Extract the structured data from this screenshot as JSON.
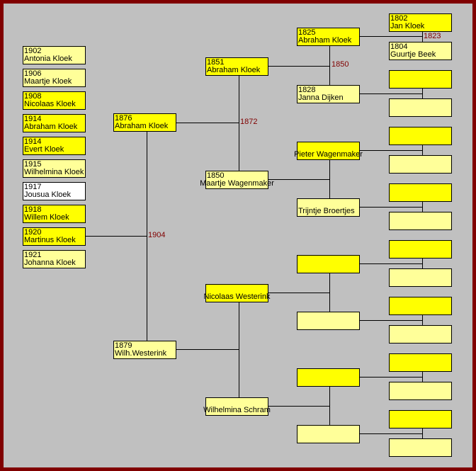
{
  "colors": {
    "male": "#ffff00",
    "female": "#ffff99",
    "unknown": "#ffffff",
    "frame": "#800000",
    "background": "#c0c0c0",
    "marriage_year": "#800000"
  },
  "children": [
    {
      "year": "1902",
      "name": "Antonia Kloek",
      "sex": "f"
    },
    {
      "year": "1906",
      "name": "Maartje Kloek",
      "sex": "f"
    },
    {
      "year": "1908",
      "name": "Nicolaas Kloek",
      "sex": "m"
    },
    {
      "year": "1914",
      "name": "Abraham Kloek",
      "sex": "m"
    },
    {
      "year": "1914",
      "name": "Evert Kloek",
      "sex": "m"
    },
    {
      "year": "1915",
      "name": "Wilhelmina Kloek",
      "sex": "f"
    },
    {
      "year": "1917",
      "name": "Jousua Kloek",
      "sex": "u"
    },
    {
      "year": "1918",
      "name": "Willem Kloek",
      "sex": "m"
    },
    {
      "year": "1920",
      "name": "Martinus Kloek",
      "sex": "m"
    },
    {
      "year": "1921",
      "name": "Johanna Kloek",
      "sex": "f"
    }
  ],
  "parents": [
    {
      "year": "1876",
      "name": "Abraham Kloek",
      "sex": "m"
    },
    {
      "year": "1879",
      "name": "Wilh.Westerink",
      "sex": "f"
    }
  ],
  "grandparents": [
    {
      "year": "1851",
      "name": "Abraham Kloek",
      "sex": "m"
    },
    {
      "year": "1850",
      "name": "Maartje Wagenmaker",
      "sex": "f"
    },
    {
      "year": "",
      "name": "Nicolaas Westerink",
      "sex": "m"
    },
    {
      "year": "",
      "name": "Wilhelmina Schram",
      "sex": "f"
    }
  ],
  "great_grandparents": [
    {
      "year": "1825",
      "name": "Abraham Kloek",
      "sex": "m"
    },
    {
      "year": "1828",
      "name": "Janna Dijken",
      "sex": "f"
    },
    {
      "year": "",
      "name": "Pieter Wagenmaker",
      "sex": "m"
    },
    {
      "year": "",
      "name": "Trijntje Broertjes",
      "sex": "f"
    },
    {
      "year": "",
      "name": "",
      "sex": "m"
    },
    {
      "year": "",
      "name": "",
      "sex": "f"
    },
    {
      "year": "",
      "name": "",
      "sex": "m"
    },
    {
      "year": "",
      "name": "",
      "sex": "f"
    }
  ],
  "gg_grandparents": [
    {
      "year": "1802",
      "name": "Jan Kloek",
      "sex": "m"
    },
    {
      "year": "1804",
      "name": "Guurtje Beek",
      "sex": "f"
    },
    {
      "year": "",
      "name": "",
      "sex": "m"
    },
    {
      "year": "",
      "name": "",
      "sex": "f"
    },
    {
      "year": "",
      "name": "",
      "sex": "m"
    },
    {
      "year": "",
      "name": "",
      "sex": "f"
    },
    {
      "year": "",
      "name": "",
      "sex": "m"
    },
    {
      "year": "",
      "name": "",
      "sex": "f"
    },
    {
      "year": "",
      "name": "",
      "sex": "m"
    },
    {
      "year": "",
      "name": "",
      "sex": "f"
    },
    {
      "year": "",
      "name": "",
      "sex": "m"
    },
    {
      "year": "",
      "name": "",
      "sex": "f"
    },
    {
      "year": "",
      "name": "",
      "sex": "m"
    },
    {
      "year": "",
      "name": "",
      "sex": "f"
    },
    {
      "year": "",
      "name": "",
      "sex": "m"
    },
    {
      "year": "",
      "name": "",
      "sex": "f"
    }
  ],
  "marriages": {
    "parents": "1904",
    "paternal_grandparents": "1872",
    "paternal_great_grandparents": "1850",
    "paternal_gg_grandparents": "1823"
  }
}
